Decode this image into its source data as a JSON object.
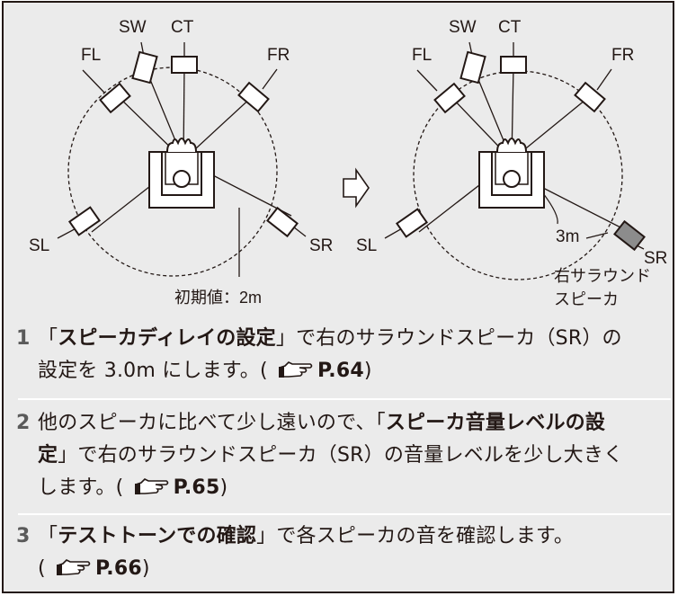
{
  "diagram": {
    "before": {
      "labels": {
        "fl": "FL",
        "sw": "SW",
        "ct": "CT",
        "fr": "FR",
        "sl": "SL",
        "sr": "SR"
      },
      "default_value_label": "初期値：2m"
    },
    "after": {
      "labels": {
        "fl": "FL",
        "sw": "SW",
        "ct": "CT",
        "fr": "FR",
        "sl": "SL",
        "sr": "SR"
      },
      "distance_label": "3m",
      "caption_line1": "右サラウンド",
      "caption_line2": "スピーカ"
    },
    "arrow": "right-arrow"
  },
  "steps": [
    {
      "number": "1",
      "open": "「",
      "bold": "スピーカディレイの設定",
      "close": "」",
      "text1": "で右のサラウンドスピーカ（SR）の",
      "text2": "設定を 3.0m にします。(",
      "ref": "P.64",
      "ref_close": ")"
    },
    {
      "number": "2",
      "text1": "他のスピーカに比べて少し遠いので、",
      "open": "「",
      "bold1": "スピーカ音量レベルの設",
      "bold2": "定",
      "close": "」",
      "text2": "で右のサラウンドスピーカ（SR）の音量レベルを少し大きく",
      "text3": "します。(",
      "ref": "P.65",
      "ref_close": ")"
    },
    {
      "number": "3",
      "open": "「",
      "bold": "テストトーンでの確認",
      "close": "」",
      "text1": "で各スピーカの音を確認します。",
      "text2": "(",
      "ref": "P.66",
      "ref_close": ")"
    }
  ],
  "colors": {
    "background": "#ebebeb",
    "ink": "#231815",
    "moved_speaker": "#8c8c8c"
  },
  "icons": {
    "reference": "pointing-hand-icon",
    "arrow": "right-arrow-icon"
  }
}
